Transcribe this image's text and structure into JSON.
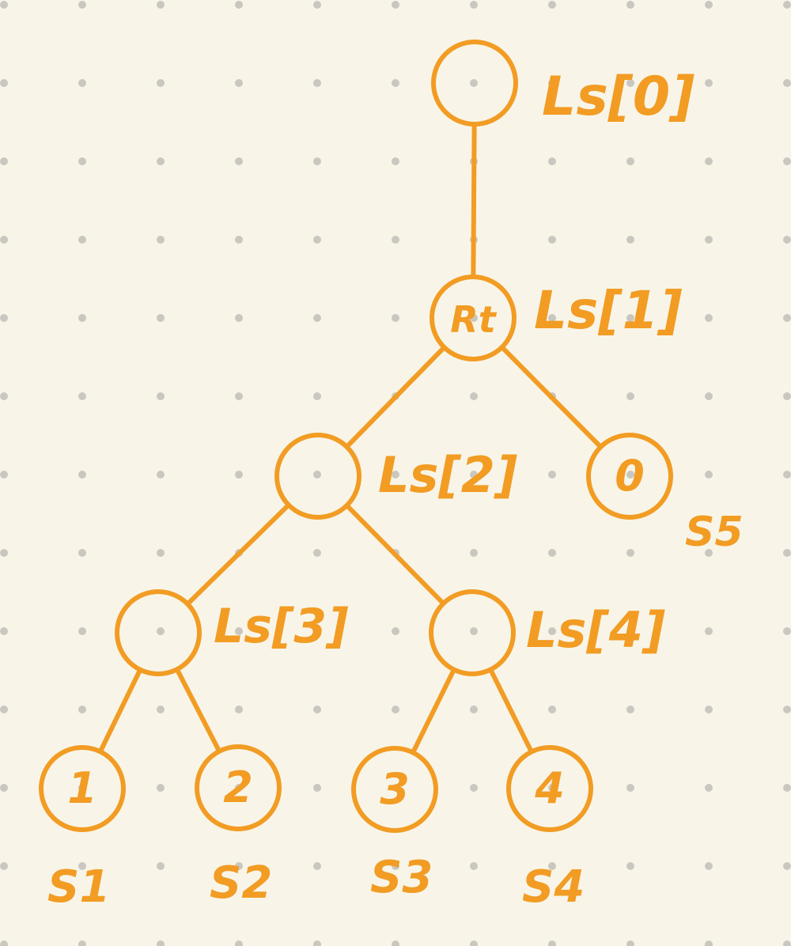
{
  "colors": {
    "background": "#f8f5e8",
    "ink": "#f29c24",
    "grid_dot": "#c9c7bf"
  },
  "nodes": [
    {
      "id": "ls0",
      "text": "",
      "label": "Ls[0]"
    },
    {
      "id": "ls1",
      "text": "Rt",
      "label": "Ls[1]"
    },
    {
      "id": "ls2",
      "text": "",
      "label": "Ls[2]"
    },
    {
      "id": "s5",
      "text": "0",
      "label": "S5"
    },
    {
      "id": "ls3",
      "text": "",
      "label": "Ls[3]"
    },
    {
      "id": "ls4",
      "text": "",
      "label": "Ls[4]"
    },
    {
      "id": "s1",
      "text": "1",
      "label": "S1"
    },
    {
      "id": "s2",
      "text": "2",
      "label": "S2"
    },
    {
      "id": "s3",
      "text": "3",
      "label": "S3"
    },
    {
      "id": "s4",
      "text": "4",
      "label": "S4"
    }
  ],
  "edges": [
    [
      "ls0",
      "ls1"
    ],
    [
      "ls1",
      "ls2"
    ],
    [
      "ls1",
      "s5"
    ],
    [
      "ls2",
      "ls3"
    ],
    [
      "ls2",
      "ls4"
    ],
    [
      "ls3",
      "s1"
    ],
    [
      "ls3",
      "s2"
    ],
    [
      "ls4",
      "s3"
    ],
    [
      "ls4",
      "s4"
    ]
  ]
}
